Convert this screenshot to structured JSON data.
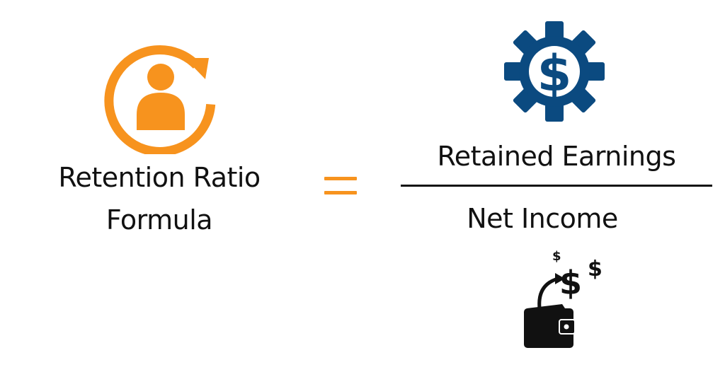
{
  "formula": {
    "title_line_1": "Retention Ratio",
    "title_line_2": "Formula",
    "operator": "=",
    "numerator": "Retained Earnings",
    "denominator": "Net Income"
  },
  "icons": {
    "retention": "person-refresh-icon",
    "numerator": "gear-dollar-icon",
    "denominator": "wallet-dollar-icon"
  },
  "colors": {
    "orange": "#F7931E",
    "navy": "#0B4A80",
    "text": "#111111",
    "dollar_glyph": "$"
  }
}
